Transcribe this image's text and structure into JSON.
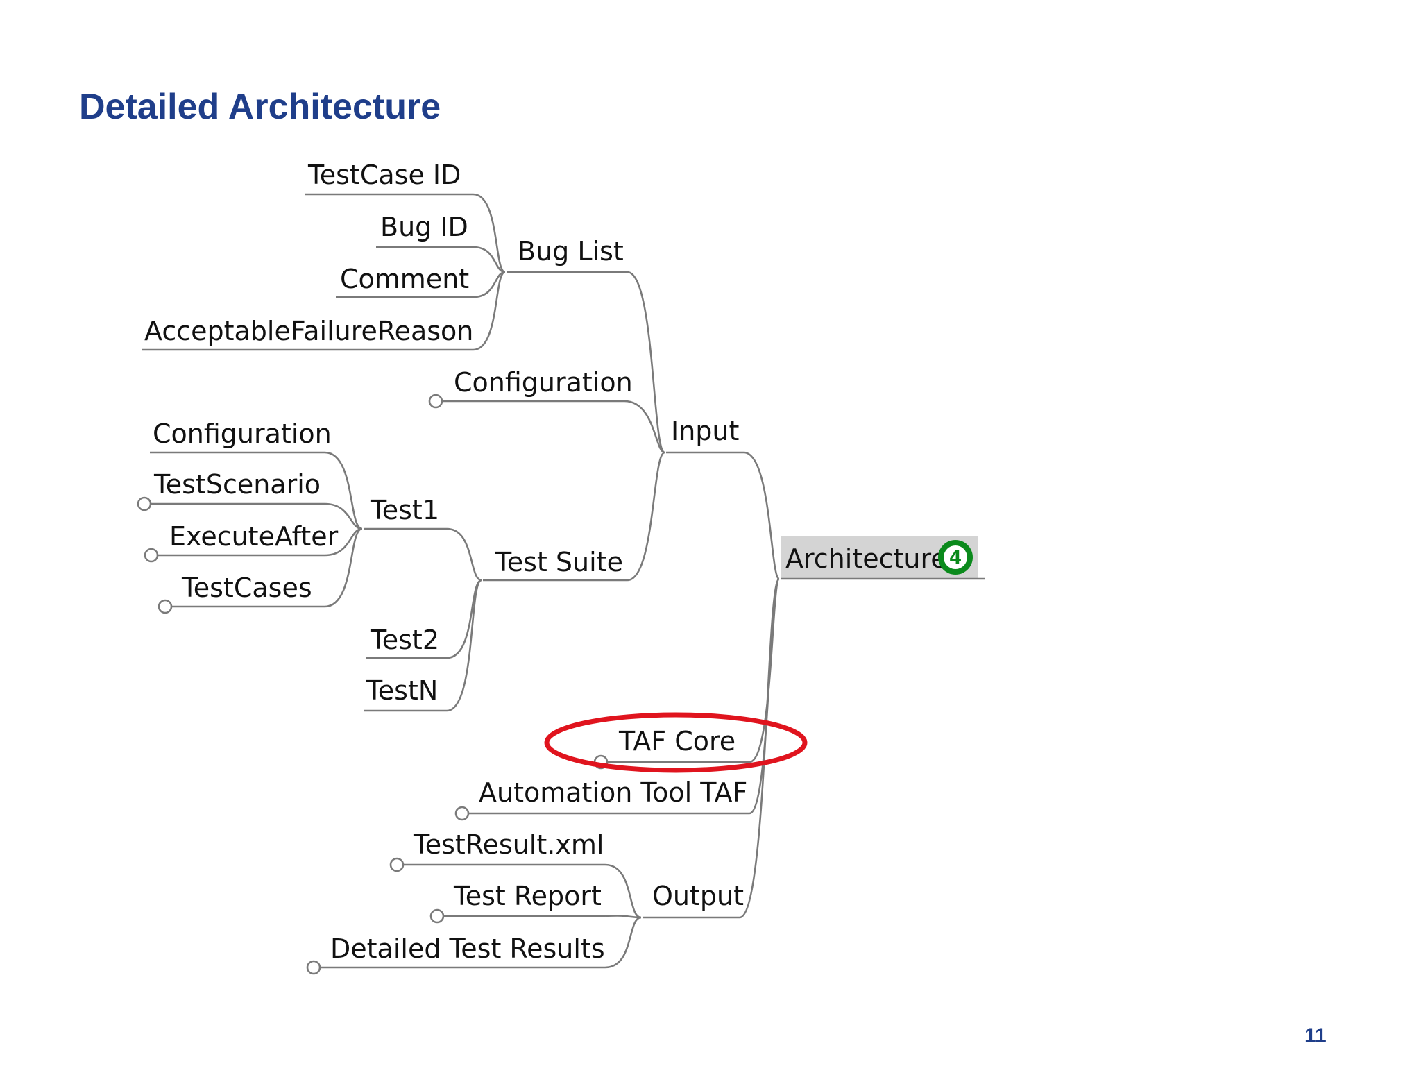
{
  "slide": {
    "title": "Detailed Architecture",
    "page_number": "11"
  },
  "mindmap": {
    "root": {
      "label": "Architecture",
      "badge": "4",
      "badge_color": "#0b8a1c"
    },
    "highlight_color": "#e0141e",
    "nodes": {
      "input": "Input",
      "output": "Output",
      "taf_core": "TAF Core",
      "automation_tool": "Automation Tool TAF",
      "bug_list": "Bug List",
      "input_configuration": "Configuration",
      "test_suite": "Test Suite",
      "testcase_id": "TestCase ID",
      "bug_id": "Bug ID",
      "comment": "Comment",
      "acceptable_failure_reason": "AcceptableFailureReason",
      "test1": "Test1",
      "test2": "Test2",
      "testn": "TestN",
      "test1_configuration": "Configuration",
      "test_scenario": "TestScenario",
      "execute_after": "ExecuteAfter",
      "test_cases": "TestCases",
      "test_result_xml": "TestResult.xml",
      "test_report": "Test Report",
      "detailed_test_results": "Detailed Test Results"
    }
  }
}
